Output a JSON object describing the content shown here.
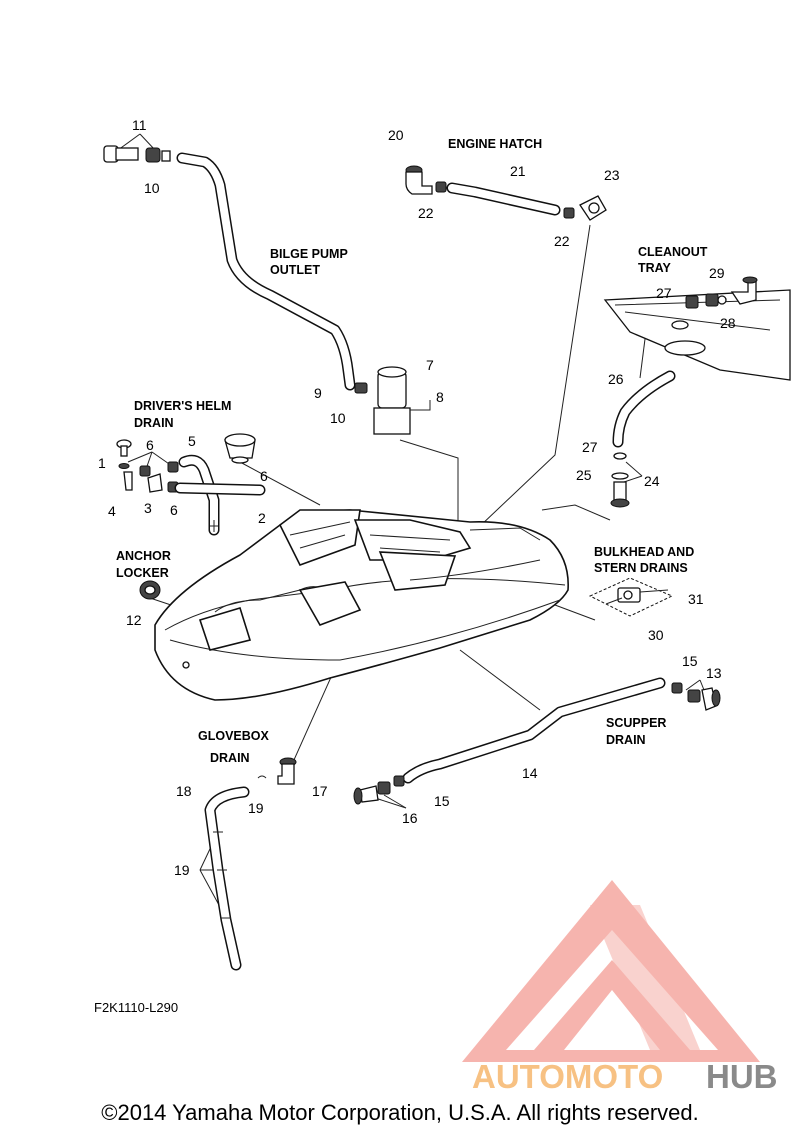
{
  "labels": {
    "engine_hatch": "ENGINE HATCH",
    "bilge_pump_outlet_1": "BILGE PUMP",
    "bilge_pump_outlet_2": "OUTLET",
    "cleanout_tray_1": "CLEANOUT",
    "cleanout_tray_2": "TRAY",
    "drivers_helm_1": "DRIVER'S HELM",
    "drivers_helm_2": "DRAIN",
    "anchor_locker_1": "ANCHOR",
    "anchor_locker_2": "LOCKER",
    "bulkhead_1": "BULKHEAD AND",
    "bulkhead_2": "STERN DRAINS",
    "scupper_1": "SCUPPER",
    "scupper_2": "DRAIN",
    "glovebox_1": "GLOVEBOX",
    "glovebox_2": "DRAIN"
  },
  "callouts": {
    "n1": "1",
    "n2": "2",
    "n3": "3",
    "n4": "4",
    "n5": "5",
    "n6a": "6",
    "n6b": "6",
    "n6c": "6",
    "n7": "7",
    "n8": "8",
    "n9": "9",
    "n10a": "10",
    "n10b": "10",
    "n11": "11",
    "n12": "12",
    "n13": "13",
    "n14": "14",
    "n15a": "15",
    "n15b": "15",
    "n16": "16",
    "n17": "17",
    "n18": "18",
    "n19a": "19",
    "n19b": "19",
    "n20": "20",
    "n21": "21",
    "n22a": "22",
    "n22b": "22",
    "n23": "23",
    "n24": "24",
    "n25": "25",
    "n26": "26",
    "n27a": "27",
    "n27b": "27",
    "n28": "28",
    "n29": "29",
    "n30": "30",
    "n31": "31"
  },
  "diagram_code": "F2K1110-L290",
  "copyright": "©2014 Yamaha Motor Corporation, U.S.A. All rights reserved.",
  "watermark": {
    "part1": "AUTOMOTO",
    "part2": "HUB",
    "color_light": "#f5a8a0",
    "color_orange": "#f7c183",
    "color_gray": "#8a8a8a"
  }
}
